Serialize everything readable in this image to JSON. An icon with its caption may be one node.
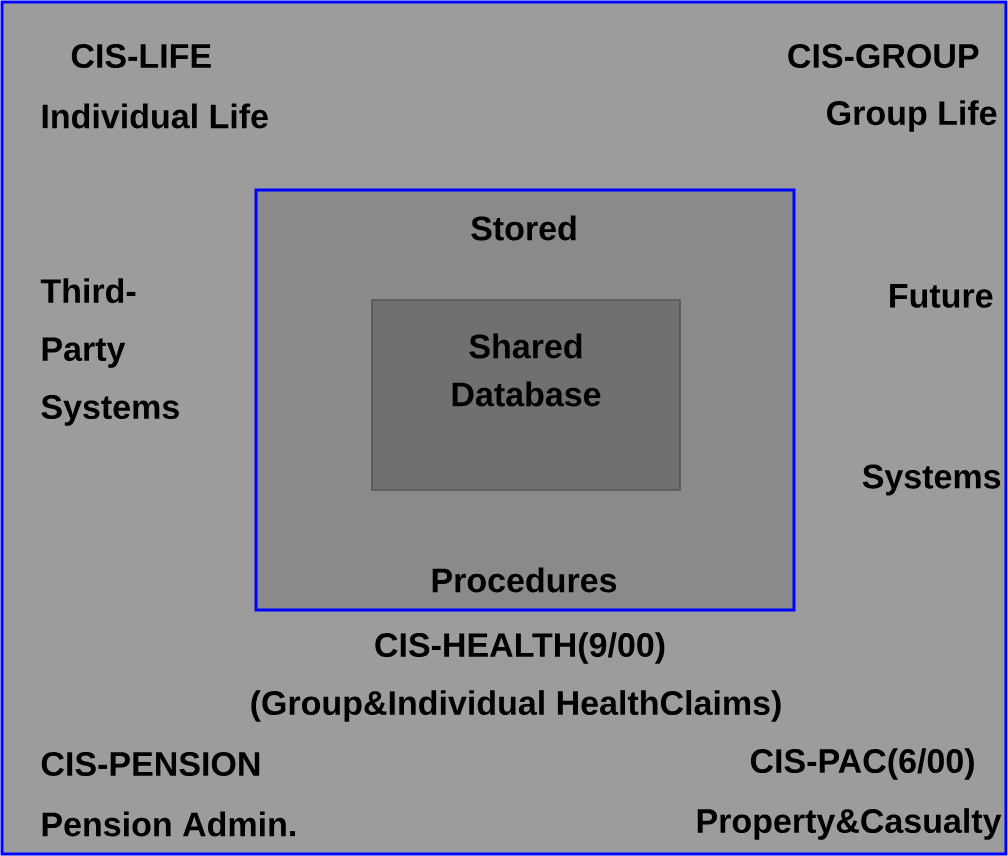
{
  "diagram": {
    "nodes": [
      {
        "text": [],
        "shape": "box"
      },
      {
        "text": [
          "Stored",
          "Procedures"
        ],
        "in": 0
      },
      {
        "text": [
          "Shared Database"
        ],
        "in": 1
      }
    ],
    "labels": [
      "CIS-LIFE",
      "CIS-GROUP",
      "Individual Life",
      "Group Life",
      "Third-Party Systems",
      "Future",
      "Systems",
      "CIS-HEALTH(9/00)",
      "(Group&Individual HealthClaims)",
      "CIS-PENSION",
      "CIS-PAC(6/00)",
      "Pension Admin.",
      "Property&Casualty"
    ]
  }
}
